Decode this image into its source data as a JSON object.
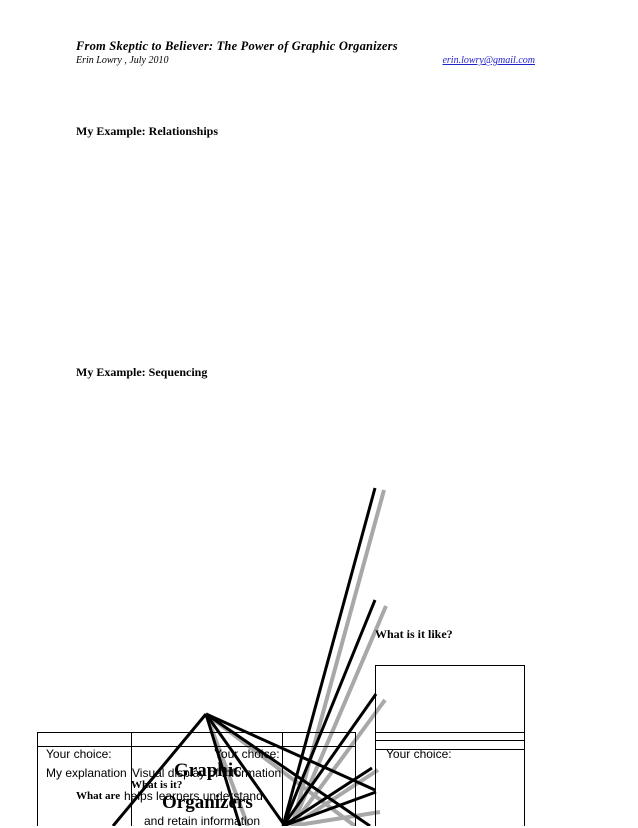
{
  "header": {
    "title": "From Skeptic to Believer: The Power of Graphic Organizers",
    "author_date": "Erin Lowry , July 2010",
    "email": "erin.lowry@gmail.com"
  },
  "sections": {
    "relationships": "My Example: Relationships",
    "sequencing": "My Example: Sequencing"
  },
  "organizer": {
    "like_label": "What is it like?",
    "cells": {
      "choice_left": "Your choice:",
      "choice_middle": "Your choice:",
      "choice_right": "Your choice:",
      "explanation": "My explanation",
      "visual_display": "Visual display of information",
      "graphic_word1": "Graphic",
      "graphic_word2": "Organizers",
      "what_is_it": "What is it?",
      "what_are": "What are",
      "helps_learners": "helps learners understand",
      "retain": "and retain information"
    }
  }
}
